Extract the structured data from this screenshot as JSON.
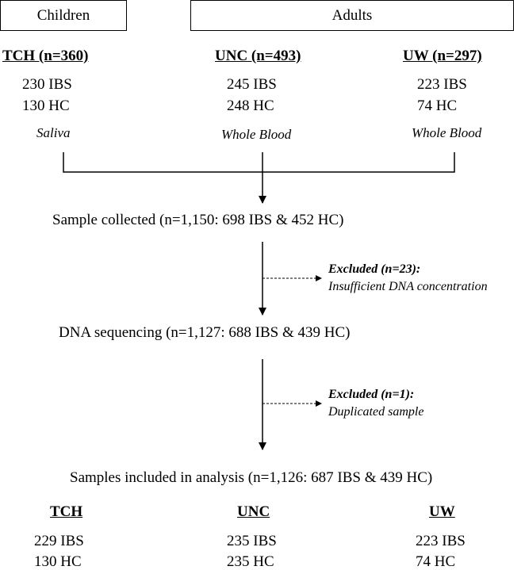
{
  "groups": {
    "children": "Children",
    "adults": "Adults"
  },
  "sites": [
    {
      "name": "TCH (n=360)",
      "ibs": "230 IBS",
      "hc": "130 HC",
      "sample": "Saliva"
    },
    {
      "name": "UNC (n=493)",
      "ibs": "245 IBS",
      "hc": "248 HC",
      "sample": "Whole Blood"
    },
    {
      "name": "UW (n=297)",
      "ibs": "223 IBS",
      "hc": "74 HC",
      "sample": "Whole Blood"
    }
  ],
  "steps": {
    "collected": "Sample collected (n=1,150: 698 IBS & 452 HC)",
    "sequencing": "DNA sequencing (n=1,127:  688 IBS & 439 HC)",
    "included": "Samples included in analysis (n=1,126: 687 IBS & 439 HC)"
  },
  "exclusions": [
    {
      "title": "Excluded (n=23):",
      "reason": "Insufficient DNA concentration"
    },
    {
      "title": "Excluded (n=1):",
      "reason": "Duplicated sample"
    }
  ],
  "final": [
    {
      "name": "TCH",
      "ibs": "229 IBS",
      "hc": "130 HC"
    },
    {
      "name": "UNC",
      "ibs": "235 IBS",
      "hc": "235 HC"
    },
    {
      "name": "UW",
      "ibs": "223 IBS",
      "hc": "74 HC"
    }
  ]
}
